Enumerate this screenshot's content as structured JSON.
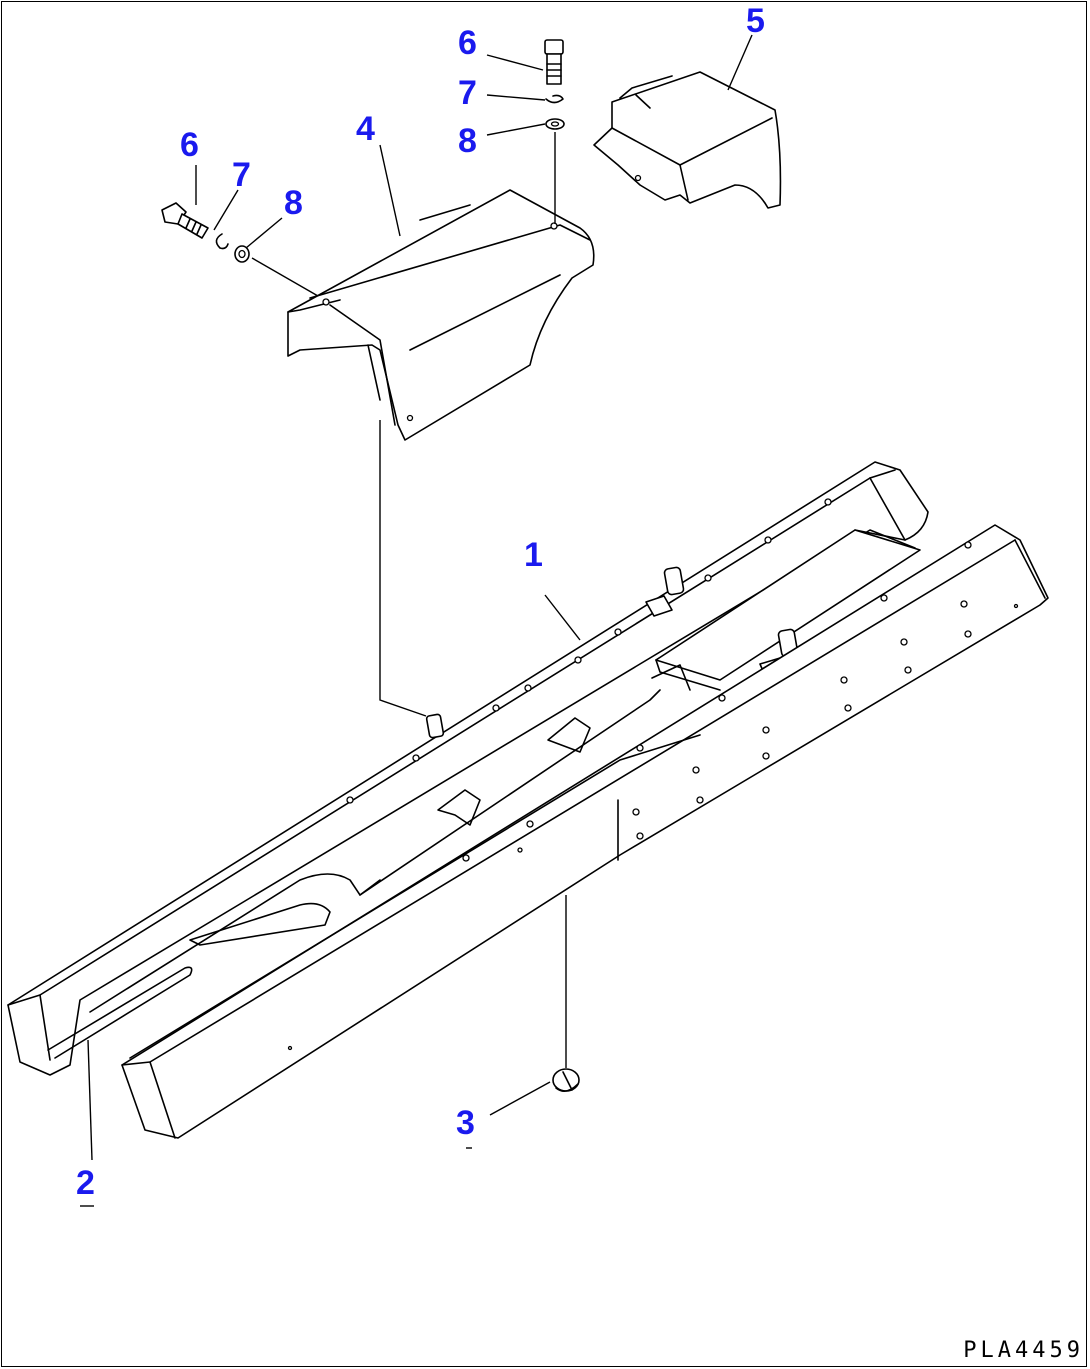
{
  "drawing_code": "PLA4459",
  "callouts": [
    {
      "id": "c1",
      "text": "1"
    },
    {
      "id": "c2",
      "text": "2"
    },
    {
      "id": "c3",
      "text": "3"
    },
    {
      "id": "c4",
      "text": "4"
    },
    {
      "id": "c5",
      "text": "5"
    },
    {
      "id": "c6a",
      "text": "6"
    },
    {
      "id": "c7a",
      "text": "7"
    },
    {
      "id": "c8a",
      "text": "8"
    },
    {
      "id": "c6b",
      "text": "6"
    },
    {
      "id": "c7b",
      "text": "7"
    },
    {
      "id": "c8b",
      "text": "8"
    }
  ],
  "colors": {
    "callout": "#1a1aee",
    "line": "#000000",
    "background": "#ffffff"
  }
}
